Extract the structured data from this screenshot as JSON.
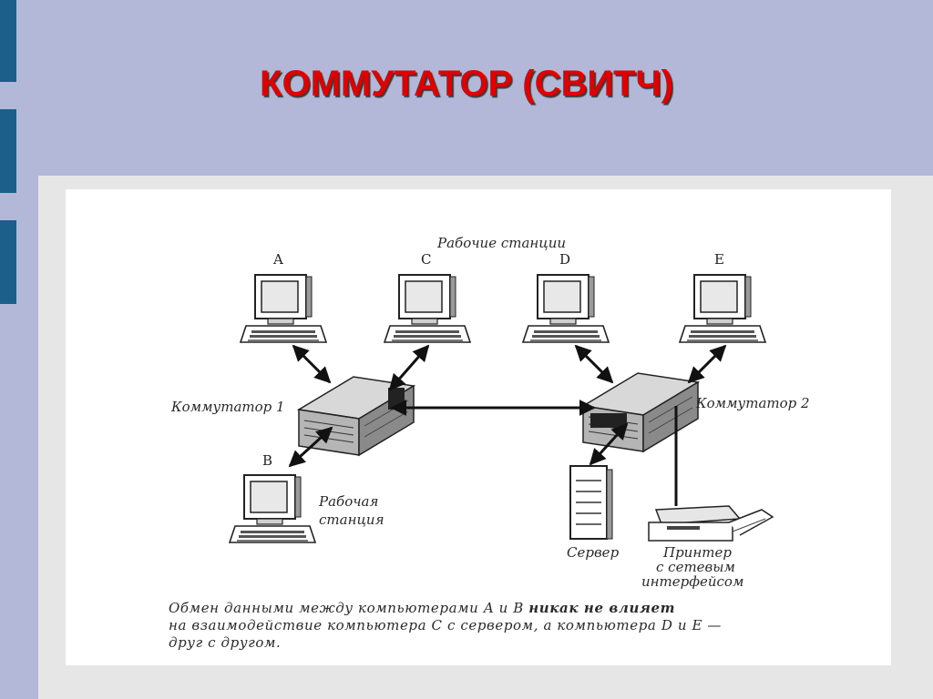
{
  "slide": {
    "title": "КОММУТАТОР (СВИТЧ)"
  },
  "diagram": {
    "workstations_label": "Рабочие станции",
    "computer_a": "A",
    "computer_b": "B",
    "computer_c": "C",
    "computer_d": "D",
    "computer_e": "E",
    "switch1_label": "Коммутатор 1",
    "switch2_label": "Коммутатор 2",
    "workstation_label_line1": "Рабочая",
    "workstation_label_line2": "станция",
    "server_label": "Сервер",
    "printer_label_line1": "Принтер",
    "printer_label_line2": "с сетевым",
    "printer_label_line3": "интерфейсом"
  },
  "caption": {
    "part1": "Обмен данными между компьютерами A и B ",
    "bold": "никак не влияет",
    "part2": "на взаимодействие компьютера C с сервером, а компьютера D и E —",
    "part3": "друг с другом."
  },
  "colors": {
    "background": "#b3b8d8",
    "title": "#e00000",
    "side_bars": "#1c5f8b"
  }
}
